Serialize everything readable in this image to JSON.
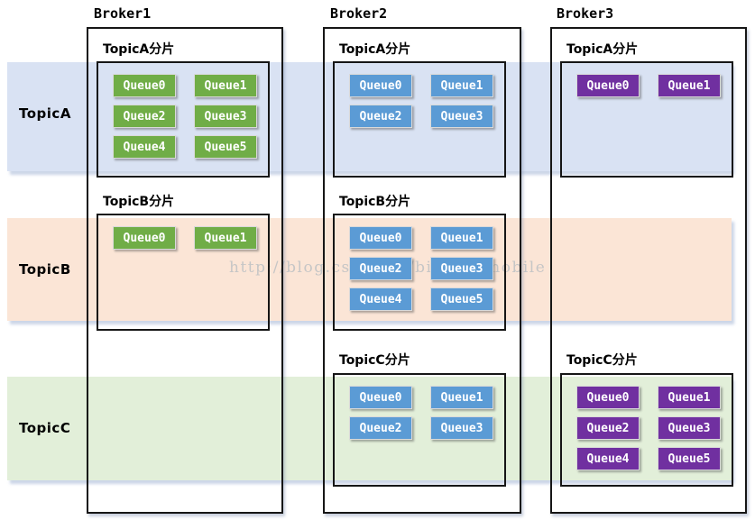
{
  "diagram": {
    "watermark": "http://blog.csdn.net/binzhaomobile",
    "topics": [
      {
        "label": "TopicA"
      },
      {
        "label": "TopicB"
      },
      {
        "label": "TopicC"
      }
    ],
    "brokers": [
      {
        "name": "Broker1",
        "sections": [
          {
            "title": "TopicA分片",
            "queues": [
              "Queue0",
              "Queue1",
              "Queue2",
              "Queue3",
              "Queue4",
              "Queue5"
            ]
          },
          {
            "title": "TopicB分片",
            "queues": [
              "Queue0",
              "Queue1"
            ]
          }
        ]
      },
      {
        "name": "Broker2",
        "sections": [
          {
            "title": "TopicA分片",
            "queues": [
              "Queue0",
              "Queue1",
              "Queue2",
              "Queue3"
            ]
          },
          {
            "title": "TopicB分片",
            "queues": [
              "Queue0",
              "Queue1",
              "Queue2",
              "Queue3",
              "Queue4",
              "Queue5"
            ]
          },
          {
            "title": "TopicC分片",
            "queues": [
              "Queue0",
              "Queue1",
              "Queue2",
              "Queue3"
            ]
          }
        ]
      },
      {
        "name": "Broker3",
        "sections": [
          {
            "title": "TopicA分片",
            "queues": [
              "Queue0",
              "Queue1"
            ]
          },
          {
            "title": "TopicC分片",
            "queues": [
              "Queue0",
              "Queue1",
              "Queue2",
              "Queue3",
              "Queue4",
              "Queue5"
            ]
          }
        ]
      }
    ],
    "colors": {
      "band_topic_a": "#D9E2F3",
      "band_topic_b": "#FBE5D6",
      "band_topic_c": "#E2EFD9",
      "queue_broker1": "#70AD47",
      "queue_broker2": "#5B9BD5",
      "queue_broker3": "#7030A0"
    }
  }
}
